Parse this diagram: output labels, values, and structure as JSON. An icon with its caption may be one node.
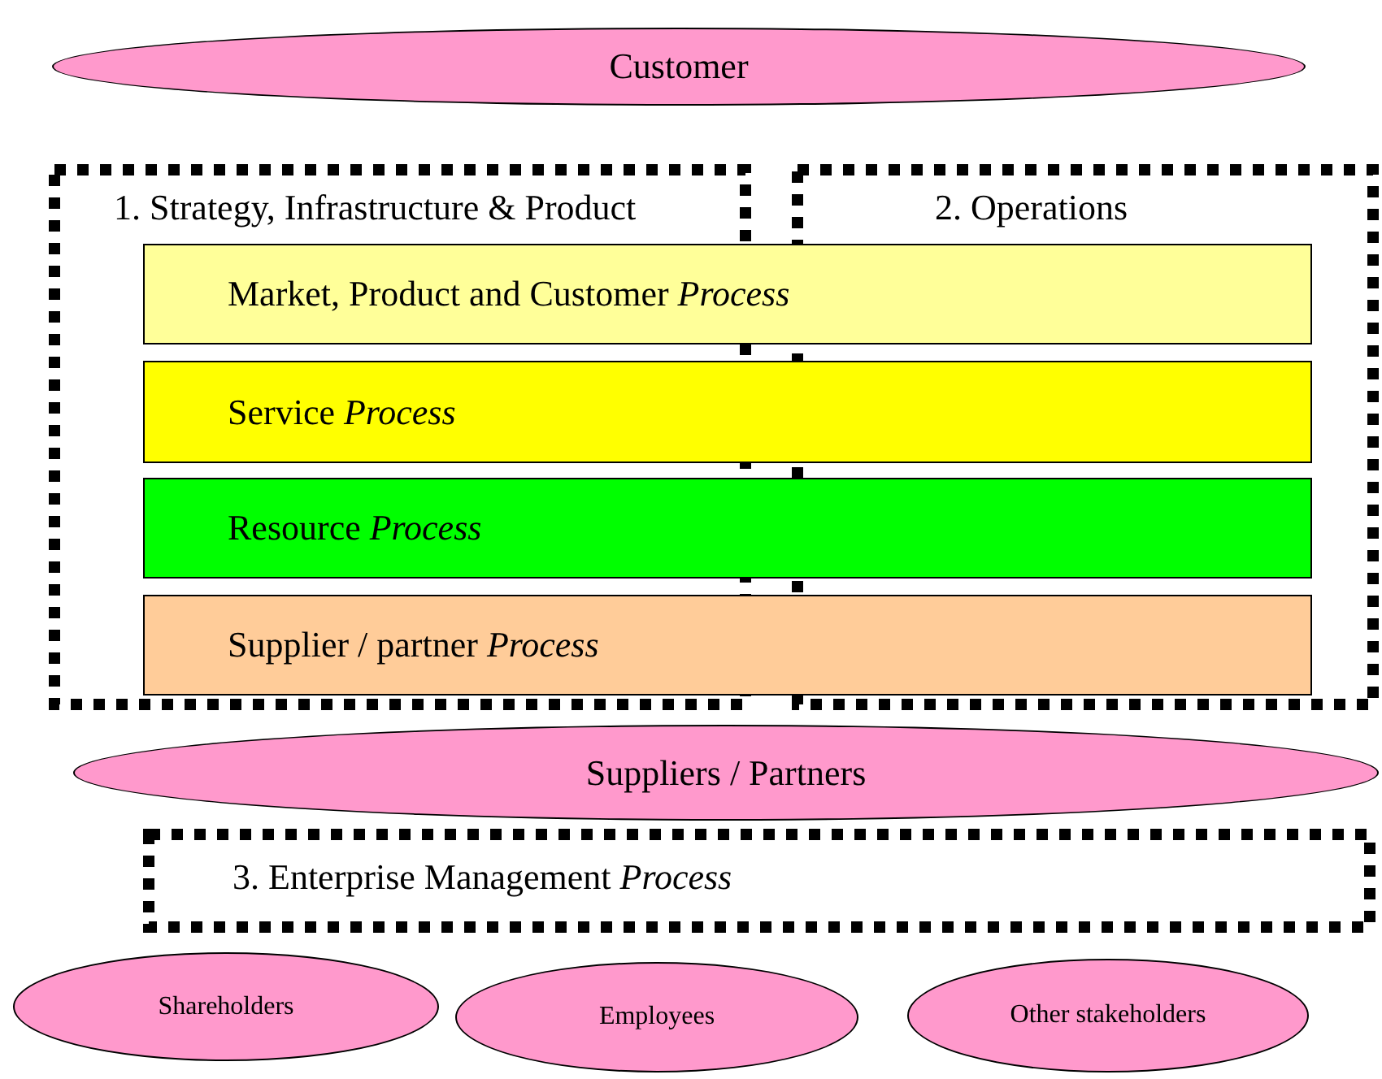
{
  "diagram": {
    "nodes": [
      {
        "text": [
          "Customer"
        ]
      },
      {
        "text": [
          "1. Strategy, Infrastructure & Product"
        ]
      },
      {
        "text": [
          "2. Operations"
        ]
      },
      {
        "text": [
          "Market, Product and Customer *Process*"
        ]
      },
      {
        "text": [
          "Service *Process*"
        ]
      },
      {
        "text": [
          "Resource *Process*"
        ]
      },
      {
        "text": [
          "Supplier / partner *Process*"
        ]
      },
      {
        "text": [
          "Suppliers / Partners"
        ]
      },
      {
        "text": [
          "3. Enterprise Management *Process*"
        ]
      },
      {
        "text": [
          "Shareholders"
        ]
      },
      {
        "text": [
          "Employees"
        ]
      },
      {
        "text": [
          "Other stakeholders"
        ]
      }
    ]
  }
}
